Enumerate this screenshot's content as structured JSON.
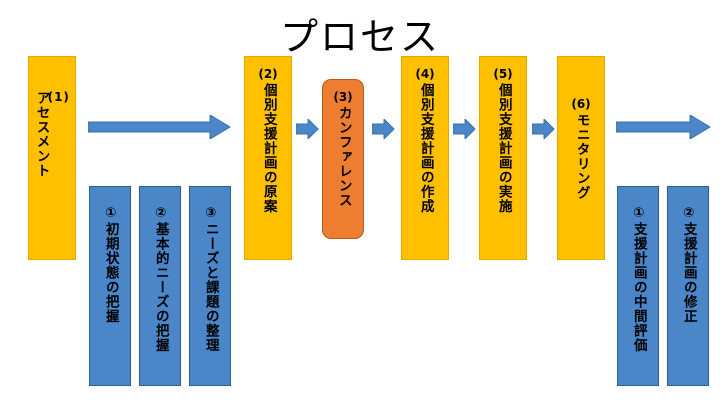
{
  "title": "プロセス",
  "steps": [
    {
      "num": "(1)",
      "label": "アセスメント"
    },
    {
      "num": "(2)",
      "label": "個別支援計画の原案"
    },
    {
      "num": "(3)",
      "label": "カンファレンス"
    },
    {
      "num": "(4)",
      "label": "個別支援計画の作成"
    },
    {
      "num": "(5)",
      "label": "個別支援計画の実施"
    },
    {
      "num": "(6)",
      "label": "モニタリング"
    }
  ],
  "assessment_items": [
    "①初期状態の把握",
    "②基本的ニーズの把握",
    "③ニーズと課題の整理"
  ],
  "monitoring_items": [
    "①支援計画の中間評価",
    "②支援計画の修正"
  ],
  "colors": {
    "step": "#FFC000",
    "conference": "#ED7D31",
    "sub_item": "#4A86C8",
    "arrow": "#4A86C8"
  }
}
